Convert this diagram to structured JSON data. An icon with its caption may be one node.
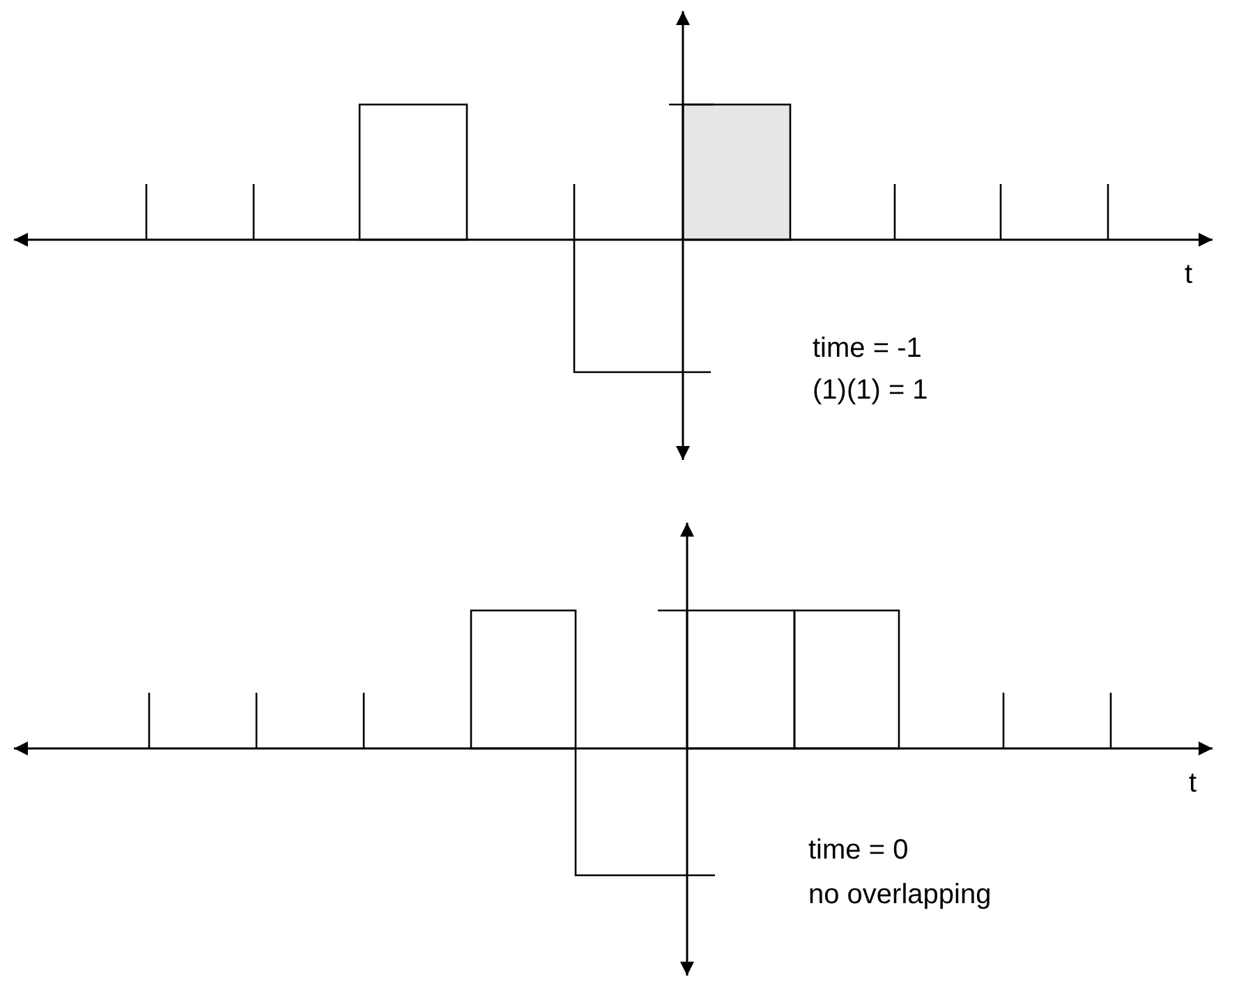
{
  "diagram": {
    "labels": [
      "t",
      "time = -1",
      "(1)(1) = 1",
      "t",
      "time = 0",
      "no overlapping"
    ]
  }
}
